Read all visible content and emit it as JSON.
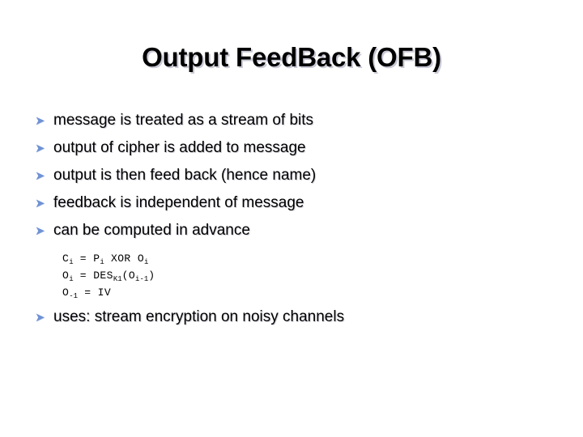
{
  "slide": {
    "title": "Output FeedBack (OFB)",
    "bullet_glyph": "➤",
    "background_color": "#ffffff",
    "title_color": "#000000",
    "title_shadow_color": "#c9c9d6",
    "body_text_color": "#000000",
    "bullet_color": "#6f92d4",
    "bullets_before_formula": [
      "message is treated as a stream of bits",
      "output of cipher is added to message",
      "output is then feed back (hence name)",
      "feedback is independent of message",
      "can be computed in advance"
    ],
    "formula": {
      "line1": {
        "c": "C",
        "c_sub": "i",
        "eq1": " = ",
        "p": "P",
        "p_sub": "i",
        "xor": " XOR ",
        "o": "O",
        "o_sub": "i"
      },
      "line2": {
        "o": "O",
        "o_sub": "i",
        "eq": " = ",
        "des": "DES",
        "des_sub": "K1",
        "open": "(O",
        "inner_sub": "i-1",
        "close": ")"
      },
      "line3": {
        "o": "O",
        "o_sub": "-1",
        "eq": " = ",
        "iv": "IV"
      }
    },
    "bullets_after_formula": [
      "uses: stream encryption on noisy channels"
    ]
  }
}
